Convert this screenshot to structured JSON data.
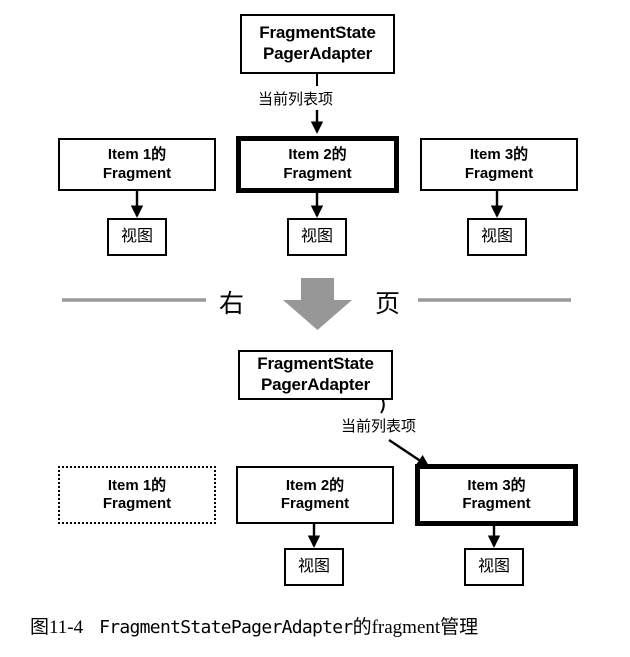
{
  "figure": {
    "caption_index": "图11-4",
    "caption_mono": "FragmentStatePagerAdapter",
    "caption_tail_1": "的",
    "caption_tail_mono": "fragment",
    "caption_tail_2": "管理"
  },
  "colors": {
    "ink": "#000000",
    "paper": "#ffffff",
    "rule_gray": "#9a9a9a",
    "arrow_gray": "#979797"
  },
  "top_state": {
    "adapter": {
      "line1": "FragmentState",
      "line2": "PagerAdapter"
    },
    "pointer_label": "当前列表项",
    "fragments": [
      {
        "line1": "Item 1的",
        "line2": "Fragment",
        "style": "thin",
        "has_view": true
      },
      {
        "line1": "Item 2的",
        "line2": "Fragment",
        "style": "thick",
        "has_view": true
      },
      {
        "line1": "Item 3的",
        "line2": "Fragment",
        "style": "thin",
        "has_view": true
      }
    ],
    "view_label": "视图"
  },
  "separator": {
    "left_char": "右",
    "right_char": "页",
    "meaning": "右页 (turn to next page)"
  },
  "bottom_state": {
    "adapter": {
      "line1": "FragmentState",
      "line2": "PagerAdapter"
    },
    "pointer_label": "当前列表项",
    "fragments": [
      {
        "line1": "Item 1的",
        "line2": "Fragment",
        "style": "dotted",
        "has_view": false
      },
      {
        "line1": "Item 2的",
        "line2": "Fragment",
        "style": "thin",
        "has_view": true
      },
      {
        "line1": "Item 3的",
        "line2": "Fragment",
        "style": "thick",
        "has_view": true
      }
    ],
    "view_label": "视图"
  }
}
